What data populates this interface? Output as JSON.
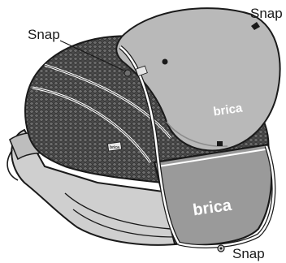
{
  "callouts": {
    "top_left": "Snap",
    "top_right": "Snap",
    "bottom_right": "Snap"
  },
  "branding": {
    "canopy_logo": "brica",
    "panel_logo": "brica",
    "seat_tag": "brica"
  },
  "colors": {
    "canopy_fill": "#b9b9b9",
    "mesh_fill": "#4a4a4a",
    "seat_fill": "#cfcfcf",
    "outline": "#1a1a1a",
    "piping": "#ffffff"
  }
}
